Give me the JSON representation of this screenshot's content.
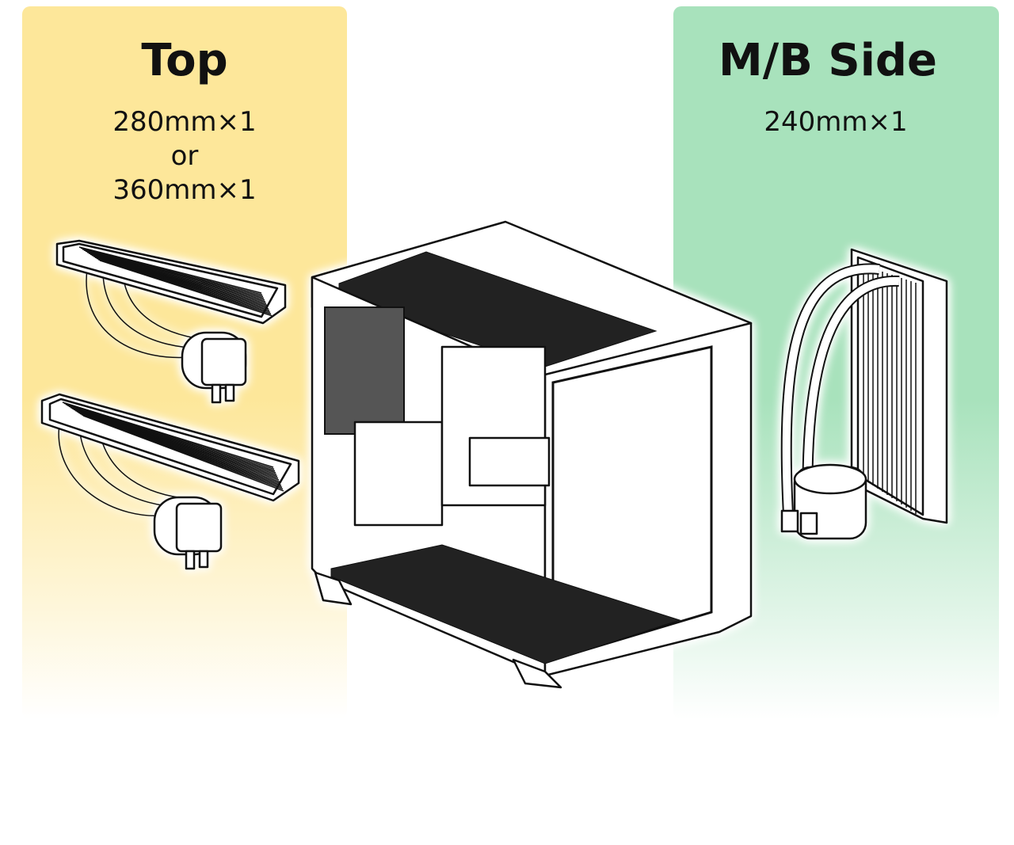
{
  "panels": {
    "top": {
      "title": "Top",
      "lines": [
        "280mm×1",
        "or",
        "360mm×1"
      ],
      "color": "#fde79a"
    },
    "side": {
      "title": "M/B Side",
      "lines": [
        "240mm×1"
      ],
      "color": "#a8e2bc"
    }
  }
}
